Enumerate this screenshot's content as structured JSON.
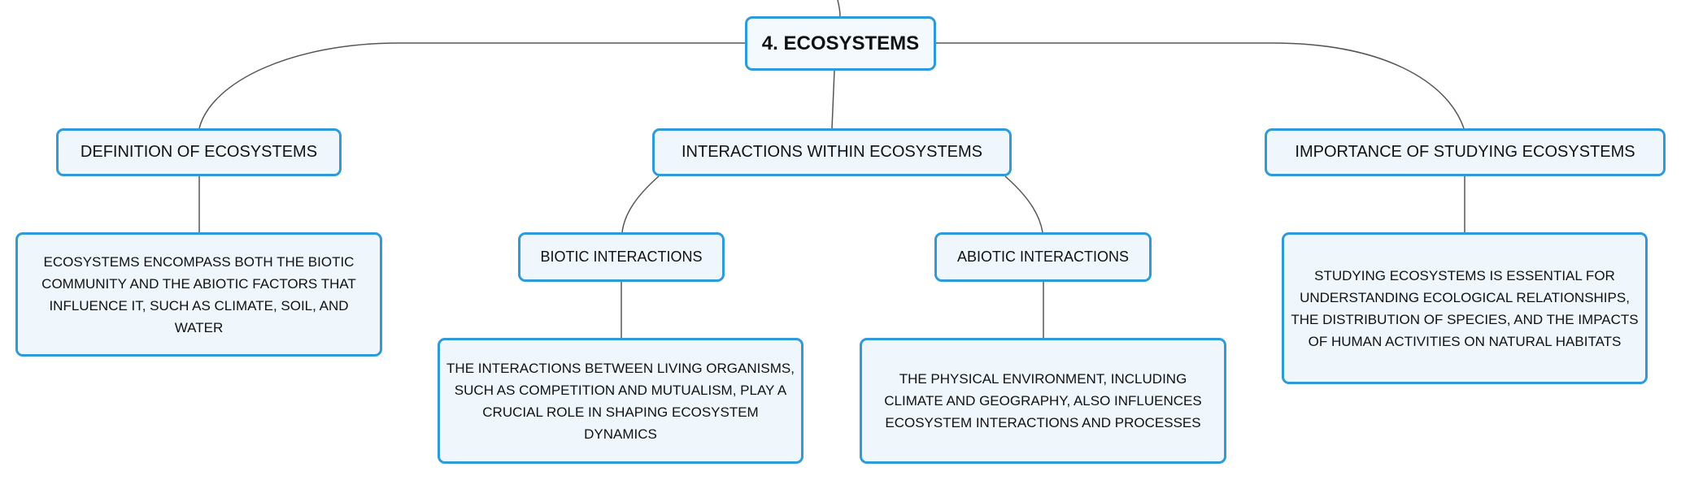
{
  "diagram": {
    "root": {
      "label": "4. ECOSYSTEMS"
    },
    "branches": {
      "definition": {
        "label": "DEFINITION OF ECOSYSTEMS",
        "detail": "ECOSYSTEMS ENCOMPASS BOTH THE BIOTIC COMMUNITY AND THE ABIOTIC FACTORS THAT INFLUENCE IT, SUCH AS CLIMATE, SOIL, AND WATER"
      },
      "interactions": {
        "label": "INTERACTIONS WITHIN ECOSYSTEMS",
        "biotic": {
          "label": "BIOTIC INTERACTIONS",
          "detail": "THE INTERACTIONS BETWEEN LIVING ORGANISMS, SUCH AS COMPETITION AND MUTUALISM, PLAY A CRUCIAL ROLE IN SHAPING ECOSYSTEM DYNAMICS"
        },
        "abiotic": {
          "label": "ABIOTIC INTERACTIONS",
          "detail": "THE PHYSICAL ENVIRONMENT, INCLUDING CLIMATE AND GEOGRAPHY, ALSO INFLUENCES ECOSYSTEM INTERACTIONS AND PROCESSES"
        }
      },
      "importance": {
        "label": "IMPORTANCE OF STUDYING ECOSYSTEMS",
        "detail": "STUDYING ECOSYSTEMS IS ESSENTIAL FOR UNDERSTANDING ECOLOGICAL RELATIONSHIPS, THE DISTRIBUTION OF SPECIES, AND THE IMPACTS OF HUMAN ACTIVITIES ON NATURAL HABITATS"
      }
    },
    "colors": {
      "node_border": "#2f9ad8",
      "node_fill": "#eff7fd",
      "connector": "#555555"
    }
  }
}
